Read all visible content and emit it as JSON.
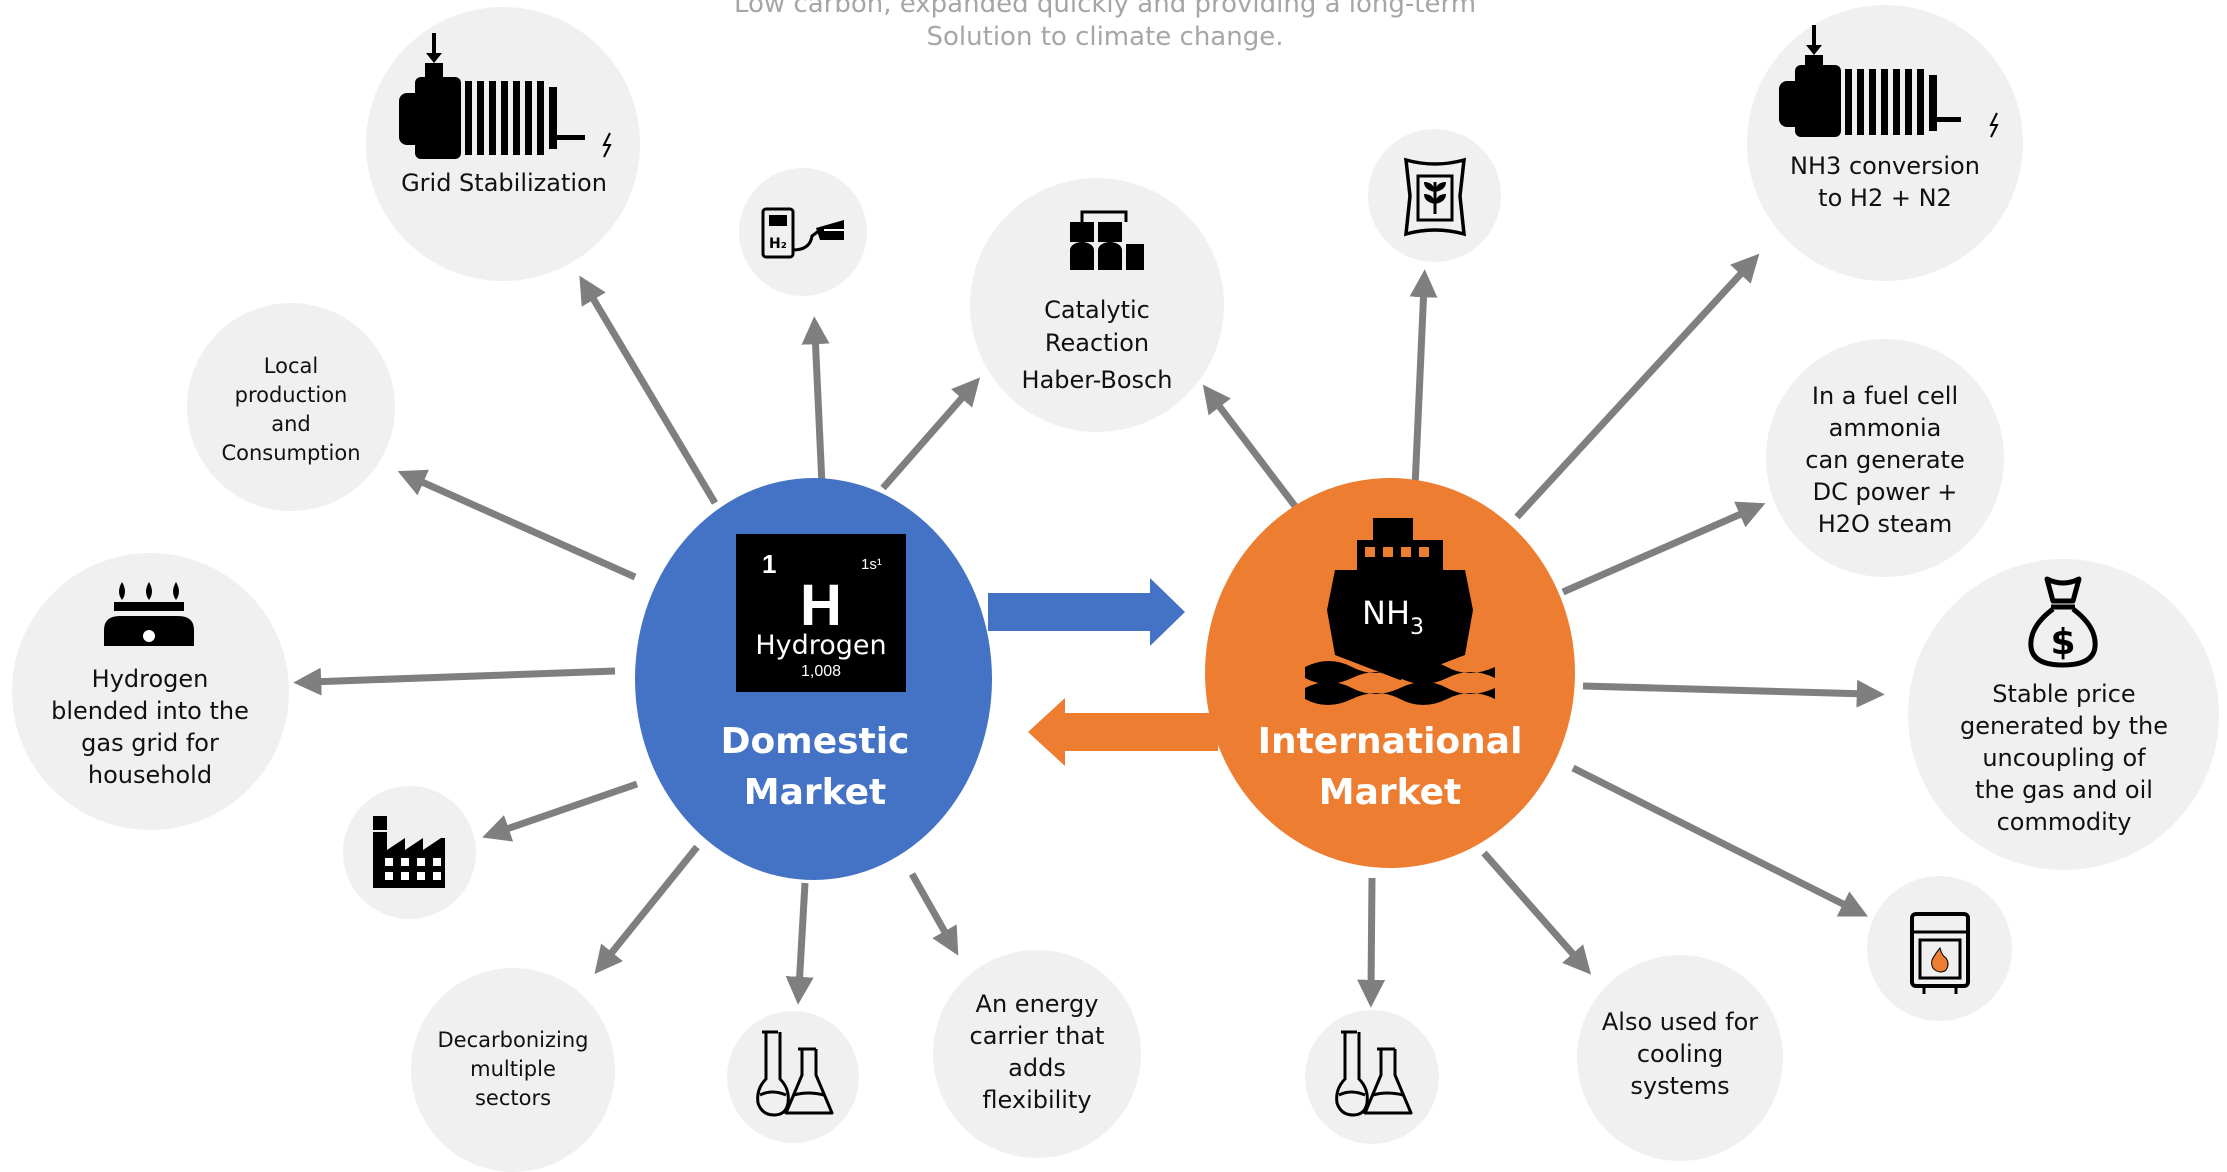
{
  "subtitle": {
    "line1": "Low carbon, expanded quickly and providing a long-term",
    "line2": "Solution to climate change."
  },
  "domestic": {
    "label_line1": "Domestic",
    "label_line2": "Market",
    "color": "#4472c4",
    "element": {
      "number": "1",
      "config": "1s¹",
      "symbol": "H",
      "name": "Hydrogen",
      "mass": "1,008"
    }
  },
  "international": {
    "label_line1": "International",
    "label_line2": "Market",
    "color": "#ed7d31",
    "formula_main": "NH",
    "formula_sub": "3"
  },
  "arrow_color": "#7f7f7f",
  "satellites": {
    "grid_stabilization": "Grid Stabilization",
    "local": [
      "Local",
      "production",
      "and",
      "Consumption"
    ],
    "blended": [
      "Hydrogen",
      "blended into the",
      "gas grid for",
      "household"
    ],
    "decarbonizing": [
      "Decarbonizing",
      "multiple",
      "sectors"
    ],
    "energy_carrier": [
      "An energy",
      "carrier that",
      "adds",
      "flexibility"
    ],
    "catalytic": [
      "Catalytic",
      "Reaction",
      "Haber-Bosch"
    ],
    "nh3_conversion": [
      "NH3 conversion",
      "to H2 + N2"
    ],
    "fuel_cell": [
      "In a fuel cell",
      "ammonia",
      "can generate",
      "DC power +",
      "H2O steam"
    ],
    "stable_price": [
      "Stable price",
      "generated by the",
      "uncoupling of",
      "the gas and oil",
      "commodity"
    ],
    "cooling": [
      "Also used for",
      "cooling",
      "systems"
    ]
  },
  "icons": {
    "grid": "generator-icon",
    "fuel_station": "h2-fuel-pump-icon",
    "catalytic": "gas-cylinders-icon",
    "stove": "gas-stove-icon",
    "factory": "factory-icon",
    "flasks": "lab-flasks-icon",
    "fertilizer": "fertilizer-bag-icon",
    "money": "money-bag-icon",
    "heater": "water-heater-icon",
    "ship": "cargo-ship-icon"
  }
}
